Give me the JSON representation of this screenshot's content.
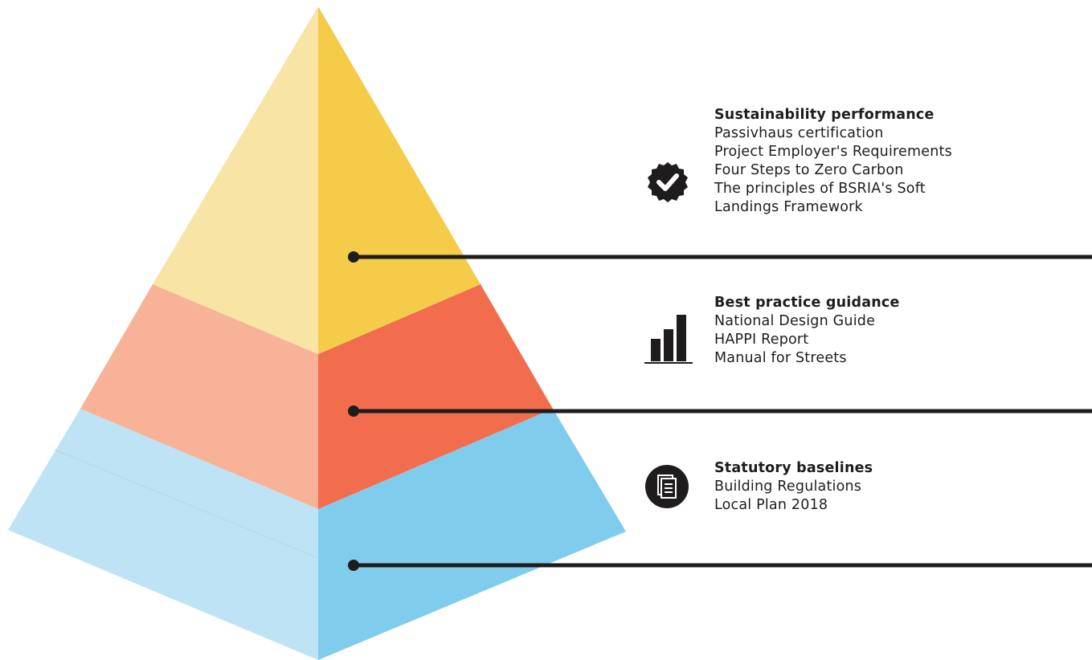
{
  "colors": {
    "top_left": "#f8e4a4",
    "top_right": "#f4cc49",
    "mid_left": "#f8b298",
    "mid_right": "#f26d4e",
    "bot_left": "#bde3f4",
    "bot_right": "#80ccec",
    "ink": "#1f1c1d"
  },
  "tiers": [
    {
      "icon": "check-badge-icon",
      "heading": "Sustainability performance",
      "items": [
        "Passivhaus certification",
        "Project Employer's Requirements",
        "Four Steps to Zero Carbon",
        "The principles of BSRIA's Soft",
        "Landings Framework"
      ]
    },
    {
      "icon": "bar-chart-icon",
      "heading": "Best practice guidance",
      "items": [
        "National Design Guide",
        "HAPPI Report",
        "Manual for Streets"
      ]
    },
    {
      "icon": "documents-icon",
      "heading": "Statutory baselines",
      "items": [
        "Building Regulations",
        "Local Plan 2018"
      ]
    }
  ]
}
